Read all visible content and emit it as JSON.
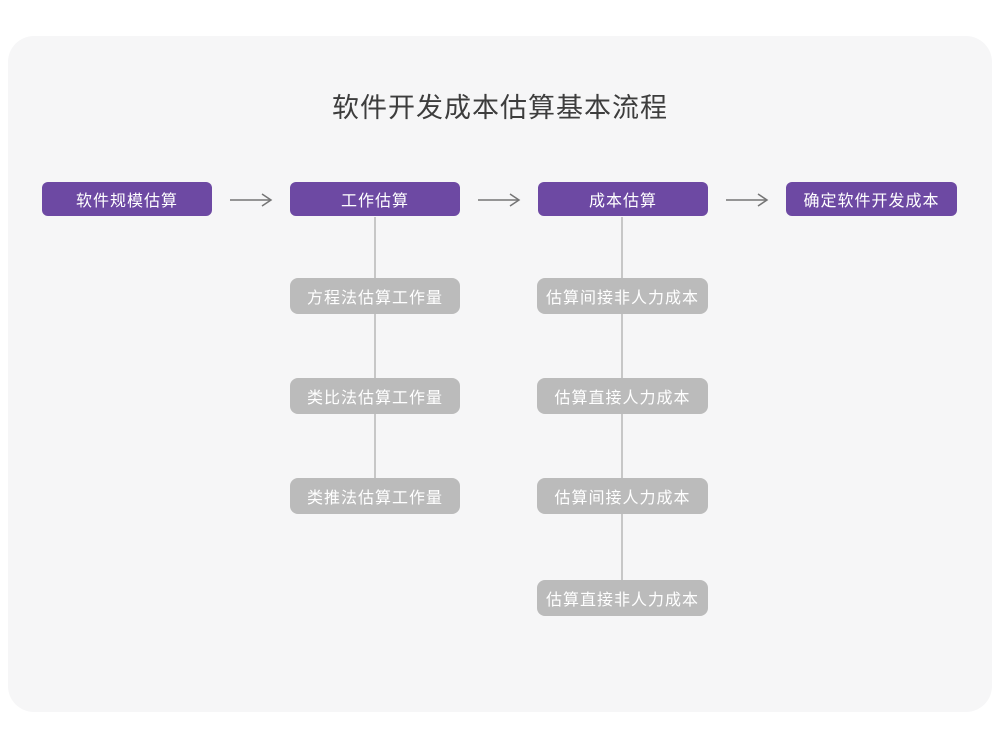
{
  "page": {
    "title": "软件开发成本估算基本流程"
  },
  "colors": {
    "primary": "#6d49a3",
    "secondary": "#bbbbbb",
    "canvas": "#f6f6f7",
    "connector": "#c7c7c7",
    "arrow": "#757575",
    "title": "#3d3d3d"
  },
  "flow": {
    "nodes": [
      {
        "label": "软件规模估算"
      },
      {
        "label": "工作估算"
      },
      {
        "label": "成本估算"
      },
      {
        "label": "确定软件开发成本"
      }
    ],
    "work_branch": {
      "items": [
        {
          "label": "方程法估算工作量"
        },
        {
          "label": "类比法估算工作量"
        },
        {
          "label": "类推法估算工作量"
        }
      ]
    },
    "cost_branch": {
      "items": [
        {
          "label": "估算间接非人力成本"
        },
        {
          "label": "估算直接人力成本"
        },
        {
          "label": "估算间接人力成本"
        },
        {
          "label": "估算直接非人力成本"
        }
      ]
    }
  }
}
